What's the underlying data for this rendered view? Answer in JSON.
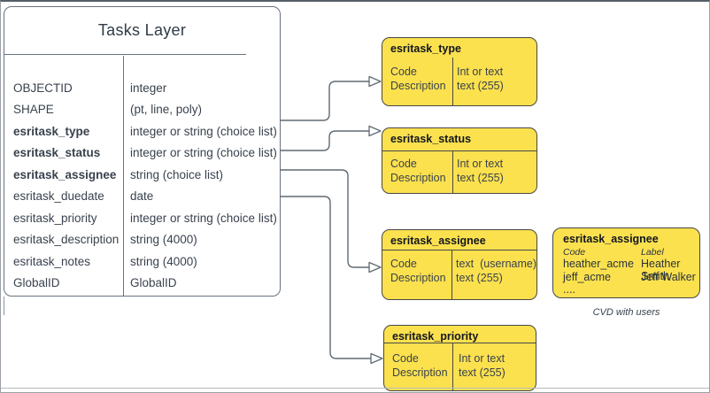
{
  "tasks_layer": {
    "title": "Tasks Layer",
    "rows": [
      {
        "name": "OBJECTID",
        "type": "integer"
      },
      {
        "name": "SHAPE",
        "type": "(pt, line, poly)"
      },
      {
        "name": "esritask_type",
        "type": "integer or string (choice list)"
      },
      {
        "name": "esritask_status",
        "type": "integer or string (choice list)"
      },
      {
        "name": "esritask_assignee",
        "type": "string (choice list)"
      },
      {
        "name": "esritask_duedate",
        "type": "date"
      },
      {
        "name": "esritask_priority",
        "type": "integer or string (choice list)"
      },
      {
        "name": "esritask_description",
        "type": "string (4000)"
      },
      {
        "name": "esritask_notes",
        "type": "string (4000)"
      },
      {
        "name": "GlobalID",
        "type": "GlobalID"
      }
    ]
  },
  "domains": [
    {
      "title": "esritask_type",
      "left": [
        "Code",
        "Description"
      ],
      "right": [
        "Int or text",
        "text (255)"
      ]
    },
    {
      "title": "esritask_status",
      "left": [
        "Code",
        "Description"
      ],
      "right": [
        "Int or text",
        "text (255)"
      ]
    },
    {
      "title": "esritask_assignee",
      "left": [
        "Code",
        "Description"
      ],
      "right": [
        "text  (username)",
        "text (255)"
      ]
    },
    {
      "title": "esritask_priority",
      "left": [
        "Code",
        "Description"
      ],
      "right": [
        "Int or text",
        "text (255)"
      ]
    }
  ],
  "cvd": {
    "title": "esritask_assignee",
    "headers": [
      "Code",
      "Label"
    ],
    "rows": [
      [
        "heather_acme",
        "Heather Smith"
      ],
      [
        "jeff_acme",
        "Jeff Walker"
      ],
      [
        "....",
        ""
      ]
    ],
    "caption": "CVD with users"
  },
  "colors": {
    "domain_fill": "#FCE14E",
    "domain_border": "#474747",
    "entity_border": "#67727e",
    "connector": "#5f6a73",
    "text": "#39424e"
  }
}
